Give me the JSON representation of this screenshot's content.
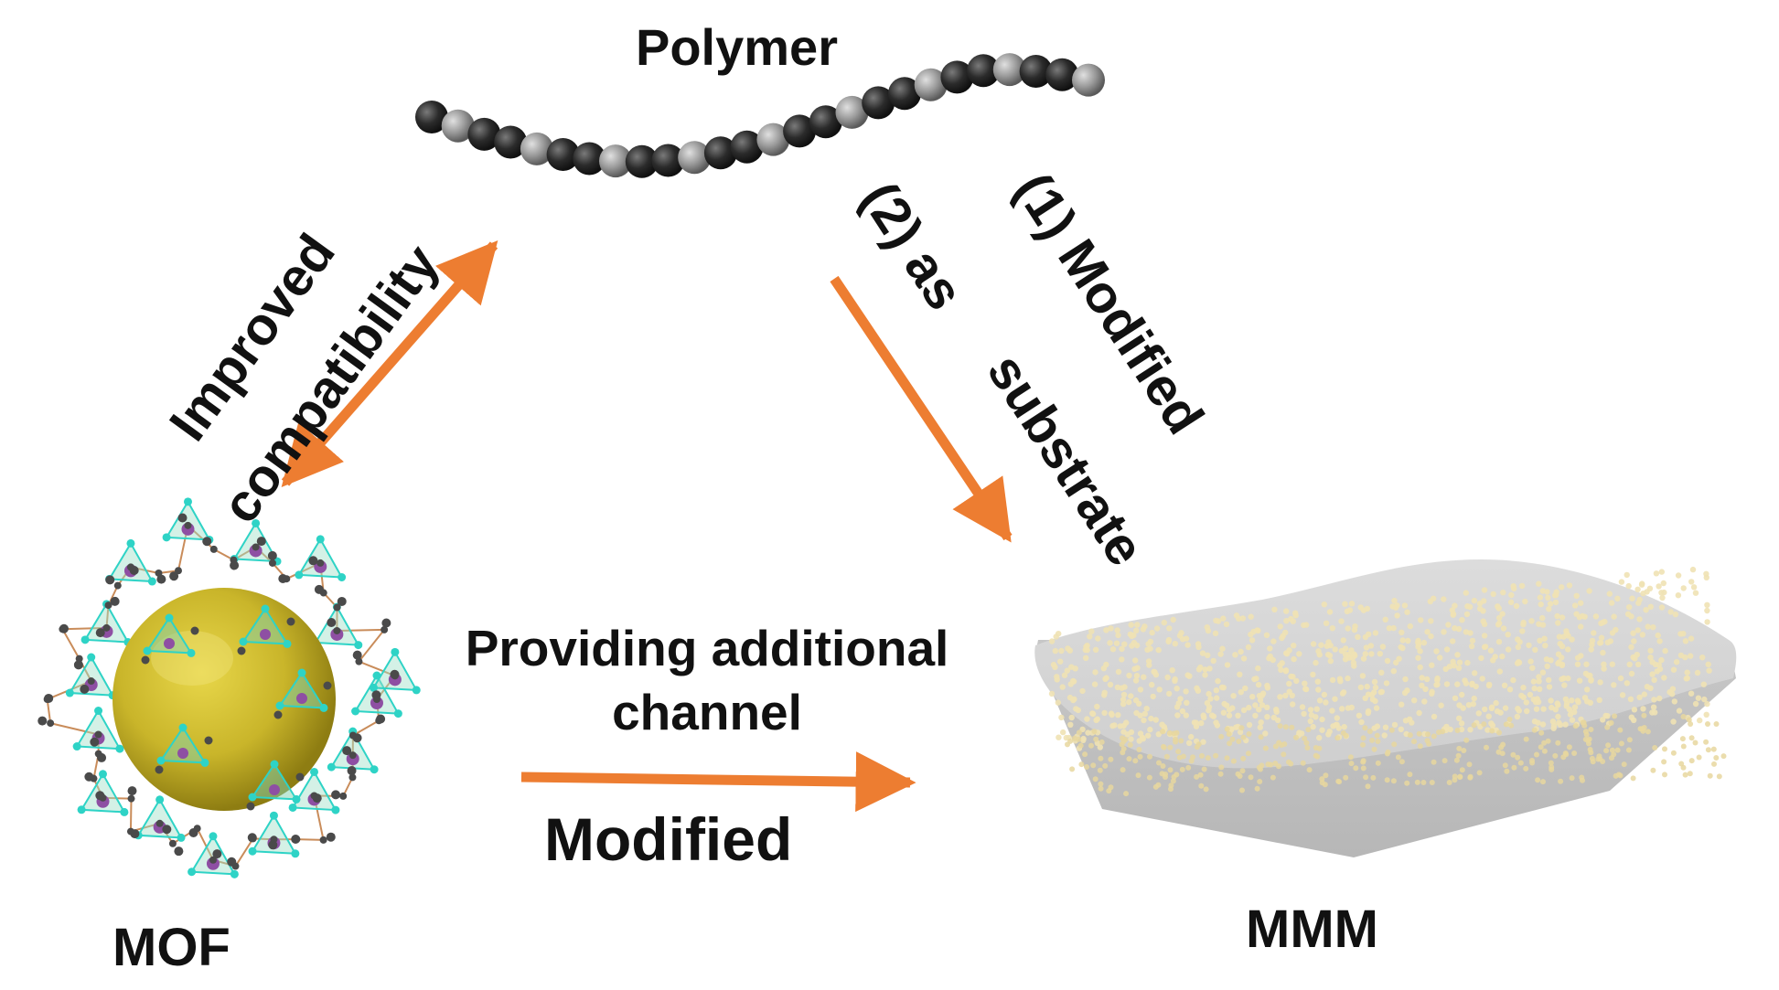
{
  "nodes": {
    "polymer": "Polymer",
    "mof": "MOF",
    "mmm": "MMM"
  },
  "edges": {
    "polymer_mof": [
      "Improved",
      "compatibility"
    ],
    "polymer_mmm_1": "(1) Modified",
    "polymer_mmm_2": [
      "(2) as",
      "substrate"
    ],
    "mof_mmm_top": [
      "Providing additional",
      "channel"
    ],
    "mof_mmm_bottom": "Modified"
  },
  "colors": {
    "arrow": "#ED7D31",
    "polymer_dark": "#2b2b2b",
    "polymer_light": "#9a9a9a",
    "mof_core": "#C9B52A",
    "mof_node": "#2ED3C6",
    "mof_metal": "#8E4FA3",
    "membrane": "#C9C9C9",
    "filler": "#EFE2B4"
  }
}
